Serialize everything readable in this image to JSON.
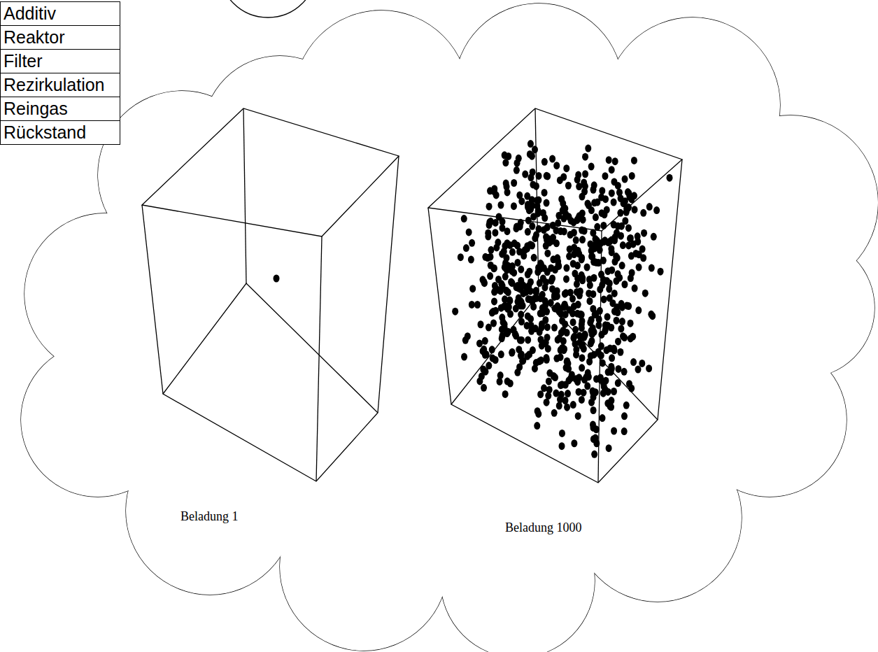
{
  "diagram": {
    "labels": [
      "Additiv",
      "Reaktor",
      "Filter",
      "Rezirkulation",
      "Reingas",
      "Rückstand",
      "Beladung 1",
      "Beladung 1000"
    ]
  }
}
